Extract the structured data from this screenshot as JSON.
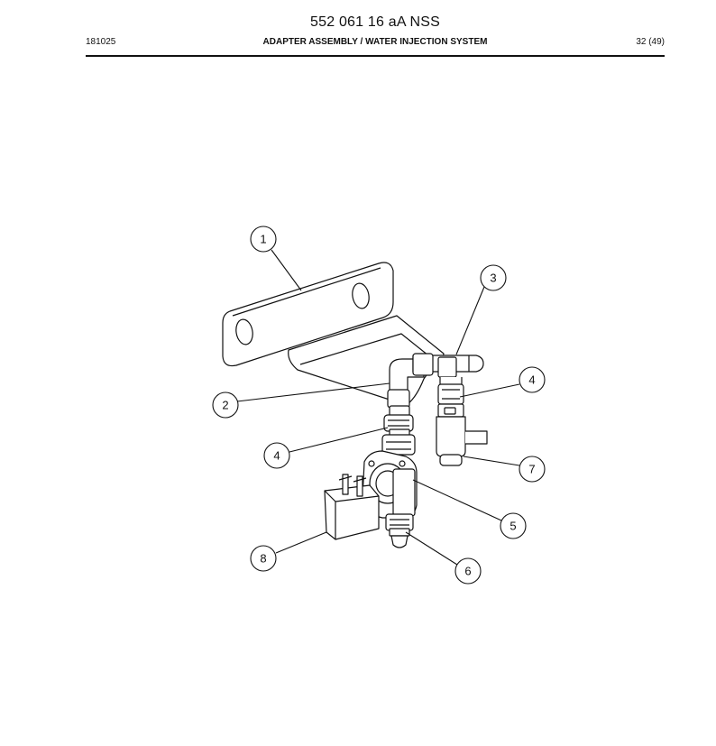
{
  "document": {
    "title": "552 061 16 aA NSS",
    "code": "181025",
    "heading": "ADAPTER ASSEMBLY / WATER INJECTION SYSTEM",
    "page": "32 (49)"
  },
  "callouts": [
    "1",
    "2",
    "3",
    "4",
    "4",
    "5",
    "6",
    "7",
    "8"
  ]
}
